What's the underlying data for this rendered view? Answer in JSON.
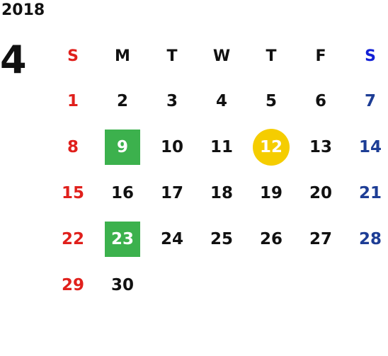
{
  "calendar": {
    "year": "2018",
    "month": "4",
    "weekdays": [
      "S",
      "M",
      "T",
      "W",
      "T",
      "F",
      "S"
    ],
    "weeks": [
      [
        "1",
        "2",
        "3",
        "4",
        "5",
        "6",
        "7"
      ],
      [
        "8",
        "9",
        "10",
        "11",
        "12",
        "13",
        "14"
      ],
      [
        "15",
        "16",
        "17",
        "18",
        "19",
        "20",
        "21"
      ],
      [
        "22",
        "23",
        "24",
        "25",
        "26",
        "27",
        "28"
      ],
      [
        "29",
        "30",
        "",
        "",
        "",
        "",
        ""
      ]
    ],
    "highlight_green": [
      "9",
      "23"
    ],
    "highlight_yellow": [
      "12"
    ],
    "colors": {
      "sunday": "#e0201c",
      "saturday": "#1d3d95",
      "saturday_header": "#1220d6",
      "green_highlight": "#3cb14d",
      "yellow_highlight": "#f5cd00",
      "text": "#111111"
    }
  }
}
